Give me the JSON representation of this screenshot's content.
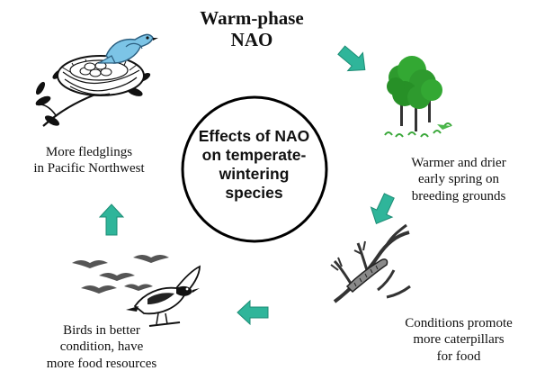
{
  "title": [
    "Warm-phase",
    "NAO"
  ],
  "center_label": [
    "Effects of NAO",
    "on temperate-",
    "wintering",
    "species"
  ],
  "steps": {
    "spring": [
      "Warmer and drier",
      "early spring on",
      "breeding grounds"
    ],
    "caterpillars": [
      "Conditions promote",
      "more caterpillars",
      "for food"
    ],
    "birds": [
      "Birds in better",
      "condition, have",
      "more food resources"
    ],
    "fledglings": [
      "More fledglings",
      "in Pacific Northwest"
    ]
  },
  "colors": {
    "arrow": "#2fb59a",
    "circle": "#000000",
    "tree": "#2e9a2e"
  },
  "icons": [
    "bird-nest-icon",
    "tree-icon",
    "caterpillar-branch-icon",
    "flying-birds-icon",
    "songbird-icon"
  ]
}
